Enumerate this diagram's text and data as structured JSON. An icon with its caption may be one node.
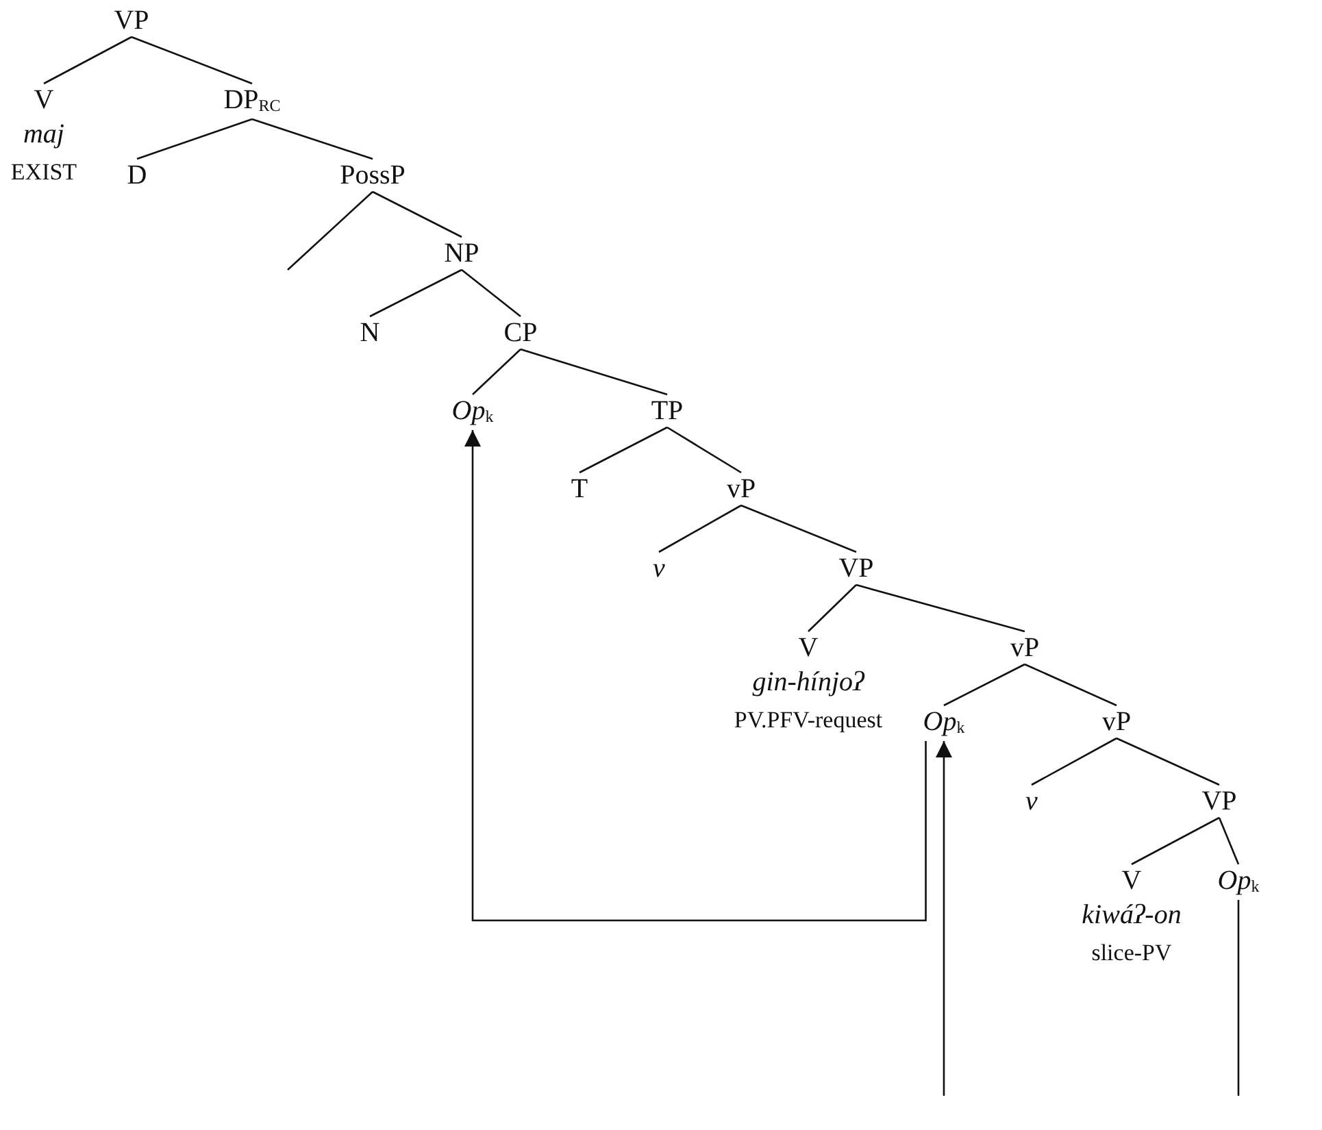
{
  "diagram": {
    "nodes": [
      {
        "text": [
          "VP"
        ]
      },
      {
        "text": [
          "V",
          "maj",
          "EXIST"
        ]
      },
      {
        "text": [
          "DP$_{RC}$"
        ]
      },
      {
        "text": [
          "D"
        ]
      },
      {
        "text": [
          "PossP"
        ]
      },
      {
        "text": [
          "NP"
        ]
      },
      {
        "text": [
          "N"
        ]
      },
      {
        "text": [
          "CP"
        ]
      },
      {
        "text": [
          "*Op*$_{k}$"
        ]
      },
      {
        "text": [
          "TP"
        ]
      },
      {
        "text": [
          "T"
        ]
      },
      {
        "text": [
          "vP"
        ]
      },
      {
        "text": [
          "*v*"
        ]
      },
      {
        "text": [
          "VP"
        ]
      },
      {
        "text": [
          "V",
          "gin-hínjoʔ",
          "PV.PFV-request"
        ]
      },
      {
        "text": [
          "vP"
        ]
      },
      {
        "text": [
          "*Op*$_{k}$"
        ]
      },
      {
        "text": [
          "vP"
        ]
      },
      {
        "text": [
          "*v*"
        ]
      },
      {
        "text": [
          "VP"
        ]
      },
      {
        "text": [
          "V",
          "kiwáʔ-on",
          "slice-PV"
        ]
      },
      {
        "text": [
          "*Op*$_{k}$"
        ]
      }
    ],
    "edges": [
      {
        "from": 0,
        "to": 1,
        "arrow": "none"
      },
      {
        "from": 0,
        "to": 2,
        "arrow": "none"
      },
      {
        "from": 2,
        "to": 3,
        "arrow": "none"
      },
      {
        "from": 2,
        "to": 4,
        "arrow": "none"
      },
      {
        "from": 4,
        "to": null,
        "arrow": "none"
      },
      {
        "from": 4,
        "to": 5,
        "arrow": "none"
      },
      {
        "from": 5,
        "to": 6,
        "arrow": "none"
      },
      {
        "from": 5,
        "to": 7,
        "arrow": "none"
      },
      {
        "from": 7,
        "to": 8,
        "arrow": "none"
      },
      {
        "from": 7,
        "to": 9,
        "arrow": "none"
      },
      {
        "from": 9,
        "to": 10,
        "arrow": "none"
      },
      {
        "from": 9,
        "to": 11,
        "arrow": "none"
      },
      {
        "from": 11,
        "to": 12,
        "arrow": "none"
      },
      {
        "from": 11,
        "to": 13,
        "arrow": "none"
      },
      {
        "from": 13,
        "to": 14,
        "arrow": "none"
      },
      {
        "from": 13,
        "to": 15,
        "arrow": "none"
      },
      {
        "from": 15,
        "to": 16,
        "arrow": "none"
      },
      {
        "from": 15,
        "to": 17,
        "arrow": "none"
      },
      {
        "from": 17,
        "to": 18,
        "arrow": "none"
      },
      {
        "from": 17,
        "to": 19,
        "arrow": "none"
      },
      {
        "from": 19,
        "to": 20,
        "arrow": "none"
      },
      {
        "from": 19,
        "to": 21,
        "arrow": "none"
      },
      {
        "from": 21,
        "to": null,
        "arrow": "none"
      },
      {
        "from": null,
        "to": 16,
        "arrow": "to"
      },
      {
        "from": 16,
        "to": 8,
        "arrow": "to"
      }
    ]
  }
}
